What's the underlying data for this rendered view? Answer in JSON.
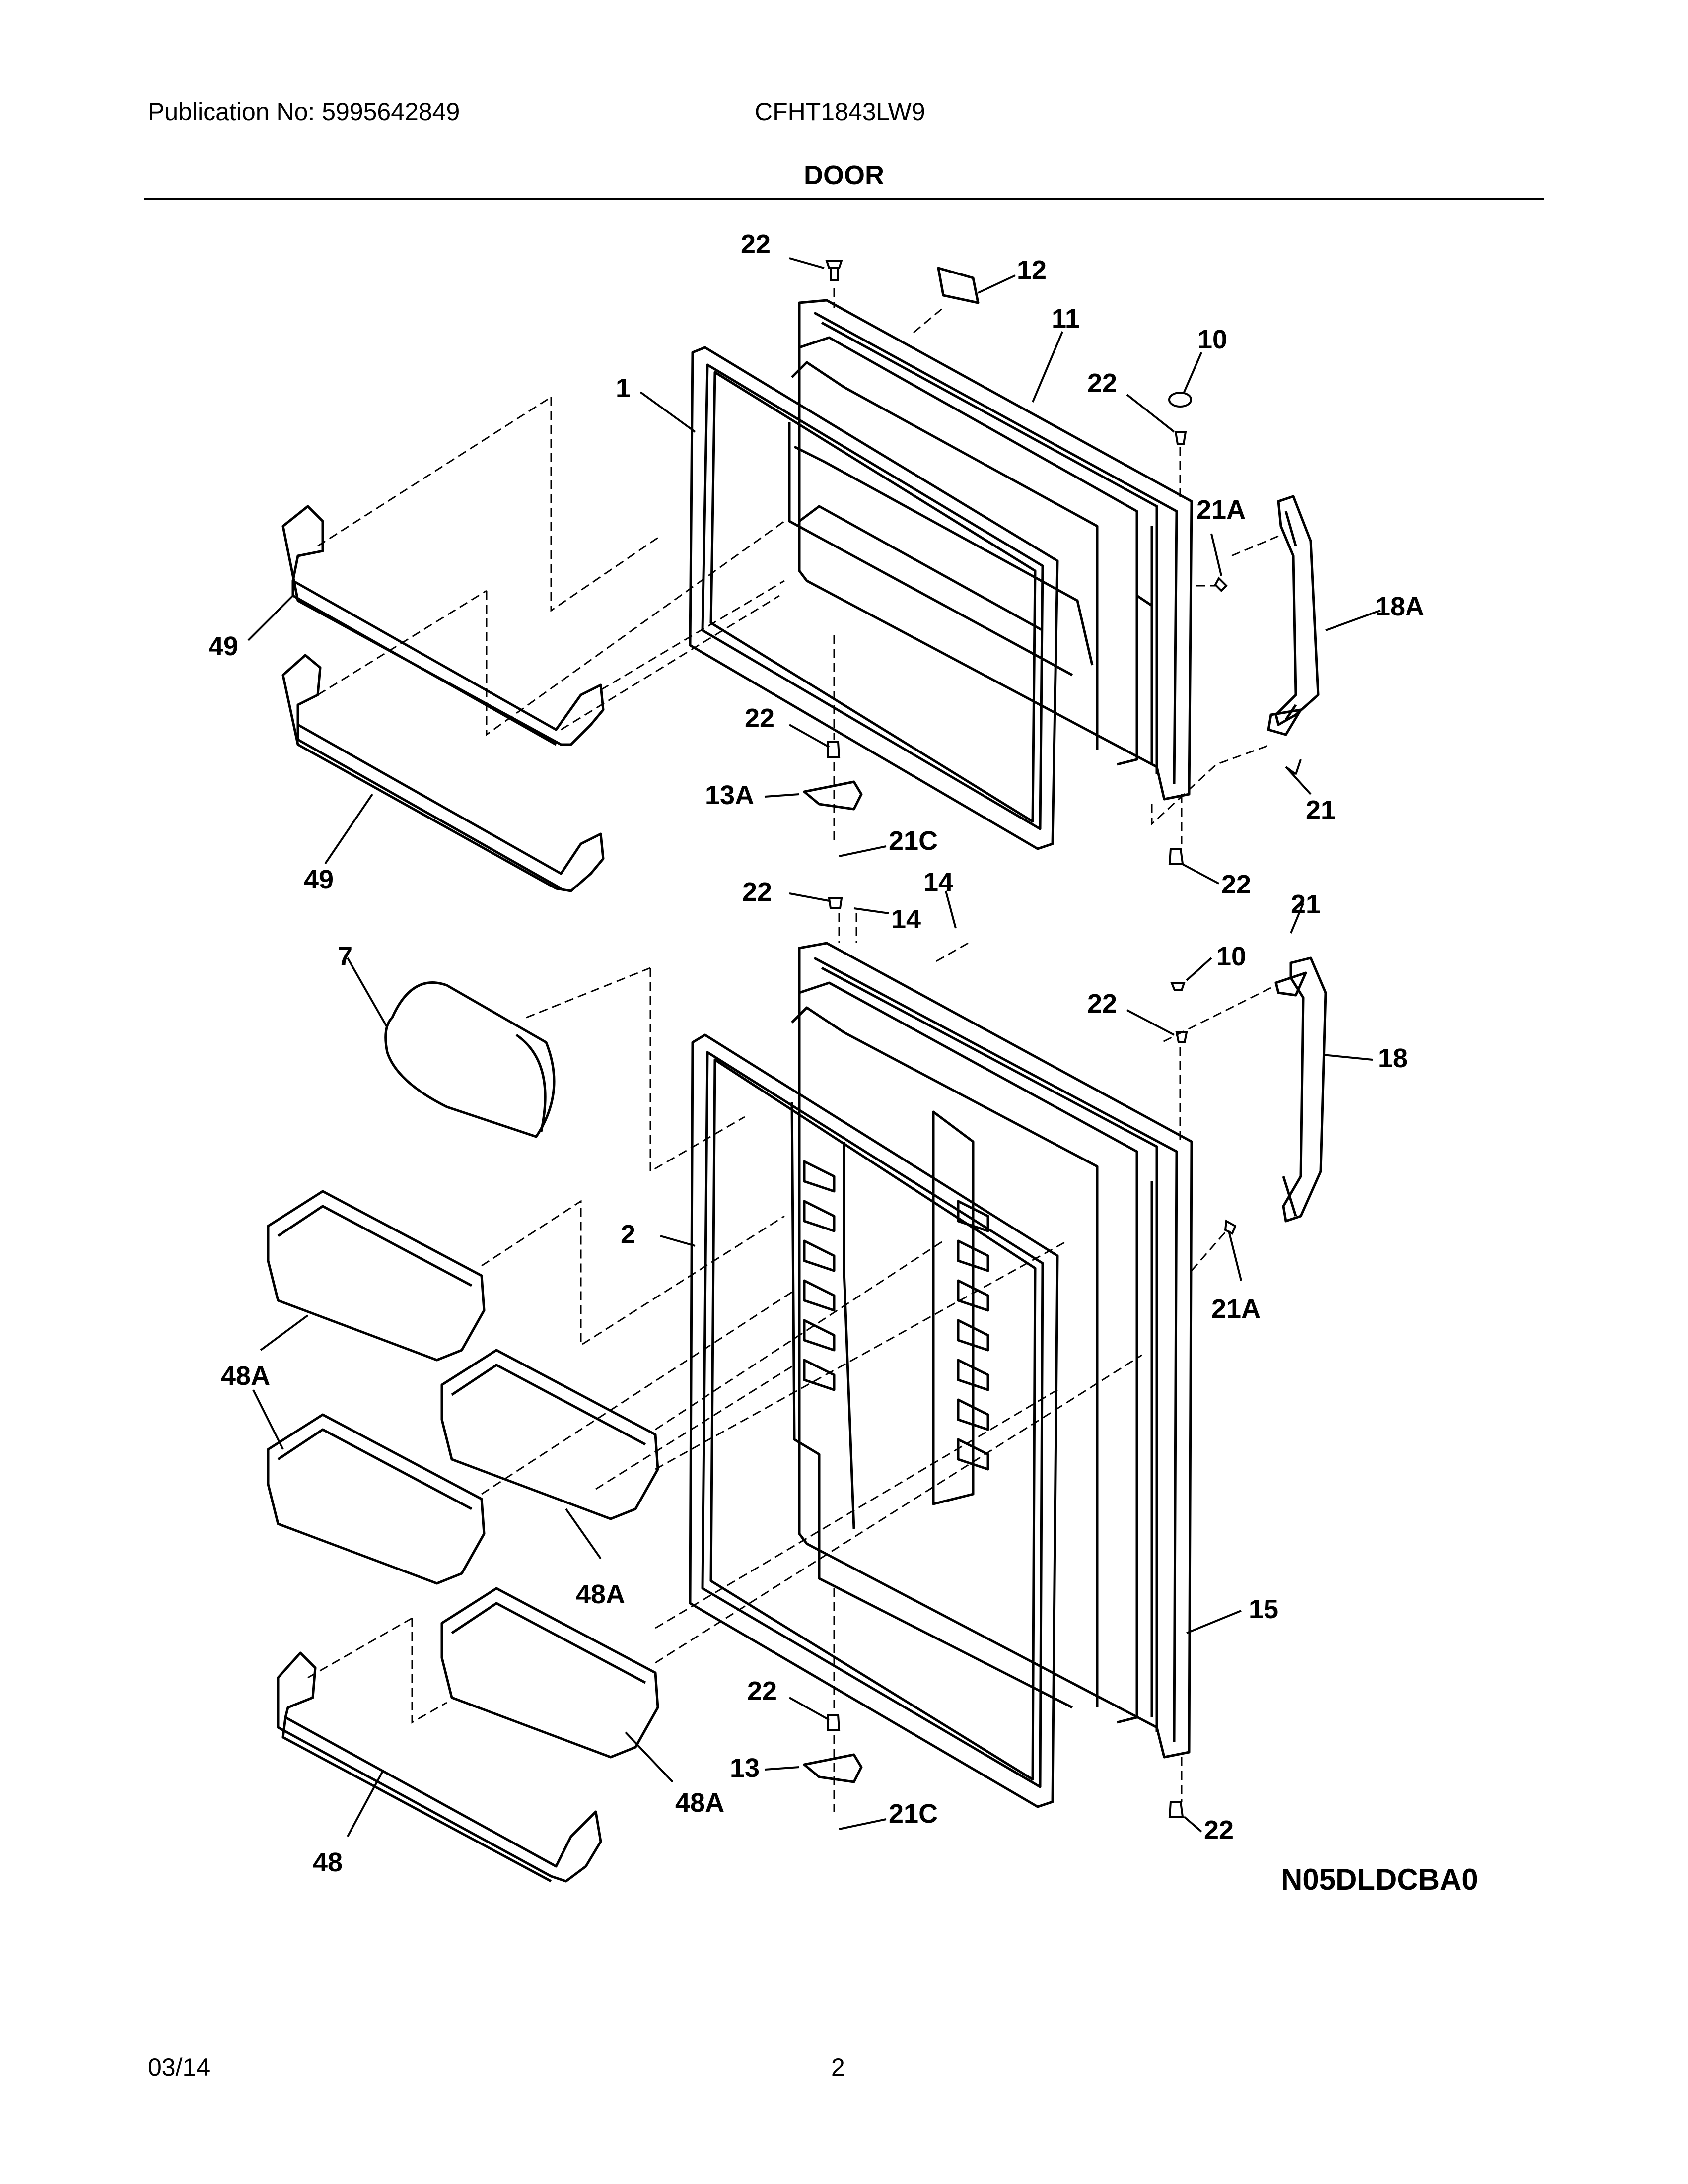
{
  "header": {
    "publication": "Publication No: 5995642849",
    "model": "CFHT1843LW9",
    "section_title": "DOOR"
  },
  "diagram": {
    "callouts": [
      "22",
      "12",
      "11",
      "10",
      "22",
      "1",
      "21A",
      "18A",
      "49",
      "22",
      "13A",
      "21C",
      "21",
      "49",
      "22",
      "22",
      "14",
      "14",
      "21",
      "10",
      "22",
      "7",
      "18",
      "2",
      "21A",
      "48A",
      "48A",
      "15",
      "22",
      "13",
      "21C",
      "22",
      "48A",
      "48"
    ],
    "diagram_code": "N05DLDCBA0"
  },
  "footer": {
    "date": "03/14",
    "page_number": "2"
  }
}
